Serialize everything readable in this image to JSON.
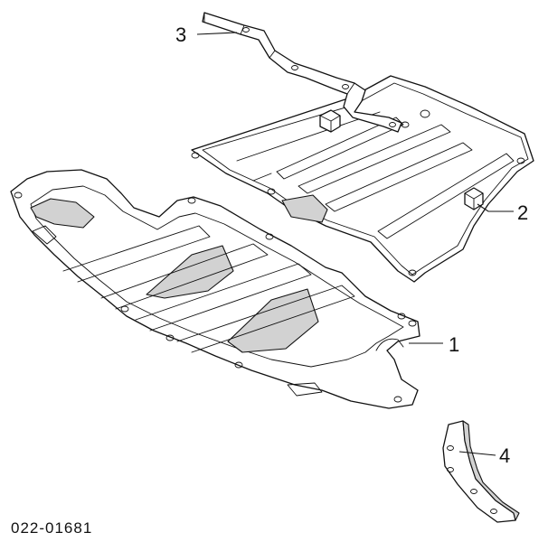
{
  "diagram": {
    "part_code": "022-01681",
    "callouts": [
      {
        "id": "callout-1",
        "number": "1"
      },
      {
        "id": "callout-2",
        "number": "2"
      },
      {
        "id": "callout-3",
        "number": "3"
      },
      {
        "id": "callout-4",
        "number": "4"
      }
    ]
  },
  "colors": {
    "line": "#111111",
    "shade": "#d2d2d2",
    "background": "#ffffff"
  }
}
